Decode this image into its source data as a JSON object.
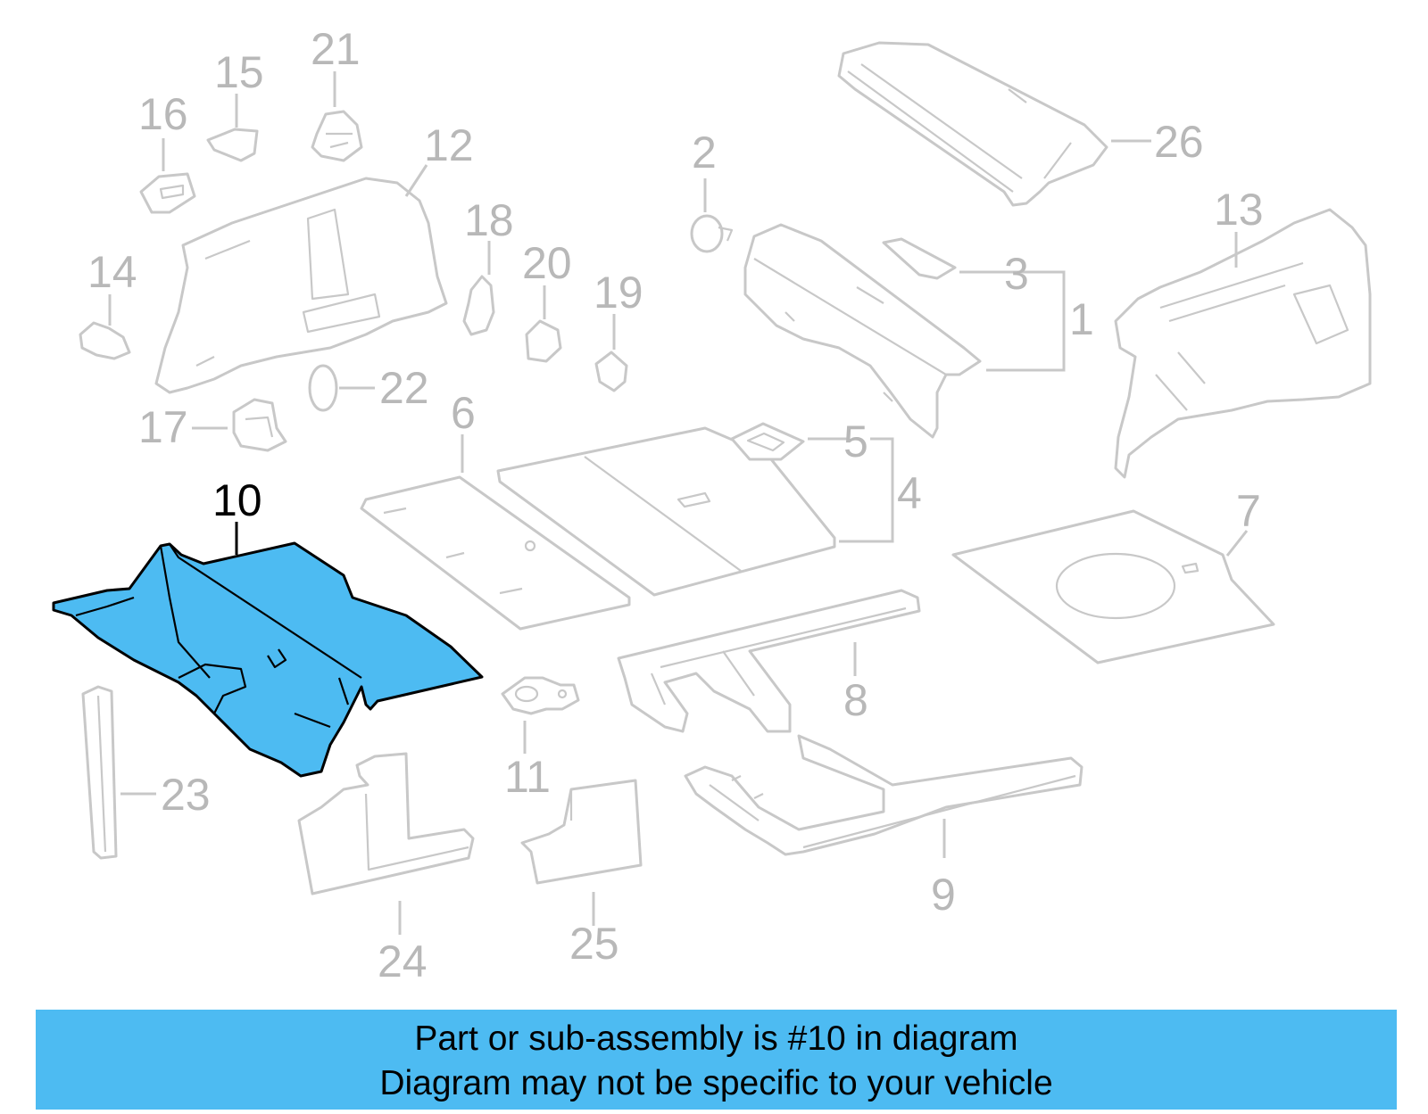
{
  "diagram": {
    "highlighted_callout": "10",
    "colors": {
      "highlight_fill": "#4dbbf2",
      "part_stroke": "#c8c8c8",
      "callout_text": "#b8b8b8",
      "banner_bg": "#4dbbf2"
    },
    "callouts": {
      "c1": "1",
      "c2": "2",
      "c3": "3",
      "c4": "4",
      "c5": "5",
      "c6": "6",
      "c7": "7",
      "c8": "8",
      "c9": "9",
      "c10": "10",
      "c11": "11",
      "c12": "12",
      "c13": "13",
      "c14": "14",
      "c15": "15",
      "c16": "16",
      "c17": "17",
      "c18": "18",
      "c19": "19",
      "c20": "20",
      "c21": "21",
      "c22": "22",
      "c23": "23",
      "c24": "24",
      "c25": "25",
      "c26": "26"
    }
  },
  "banner": {
    "line1": "Part or sub-assembly is #10 in diagram",
    "line2": "Diagram may not be specific to your vehicle"
  }
}
